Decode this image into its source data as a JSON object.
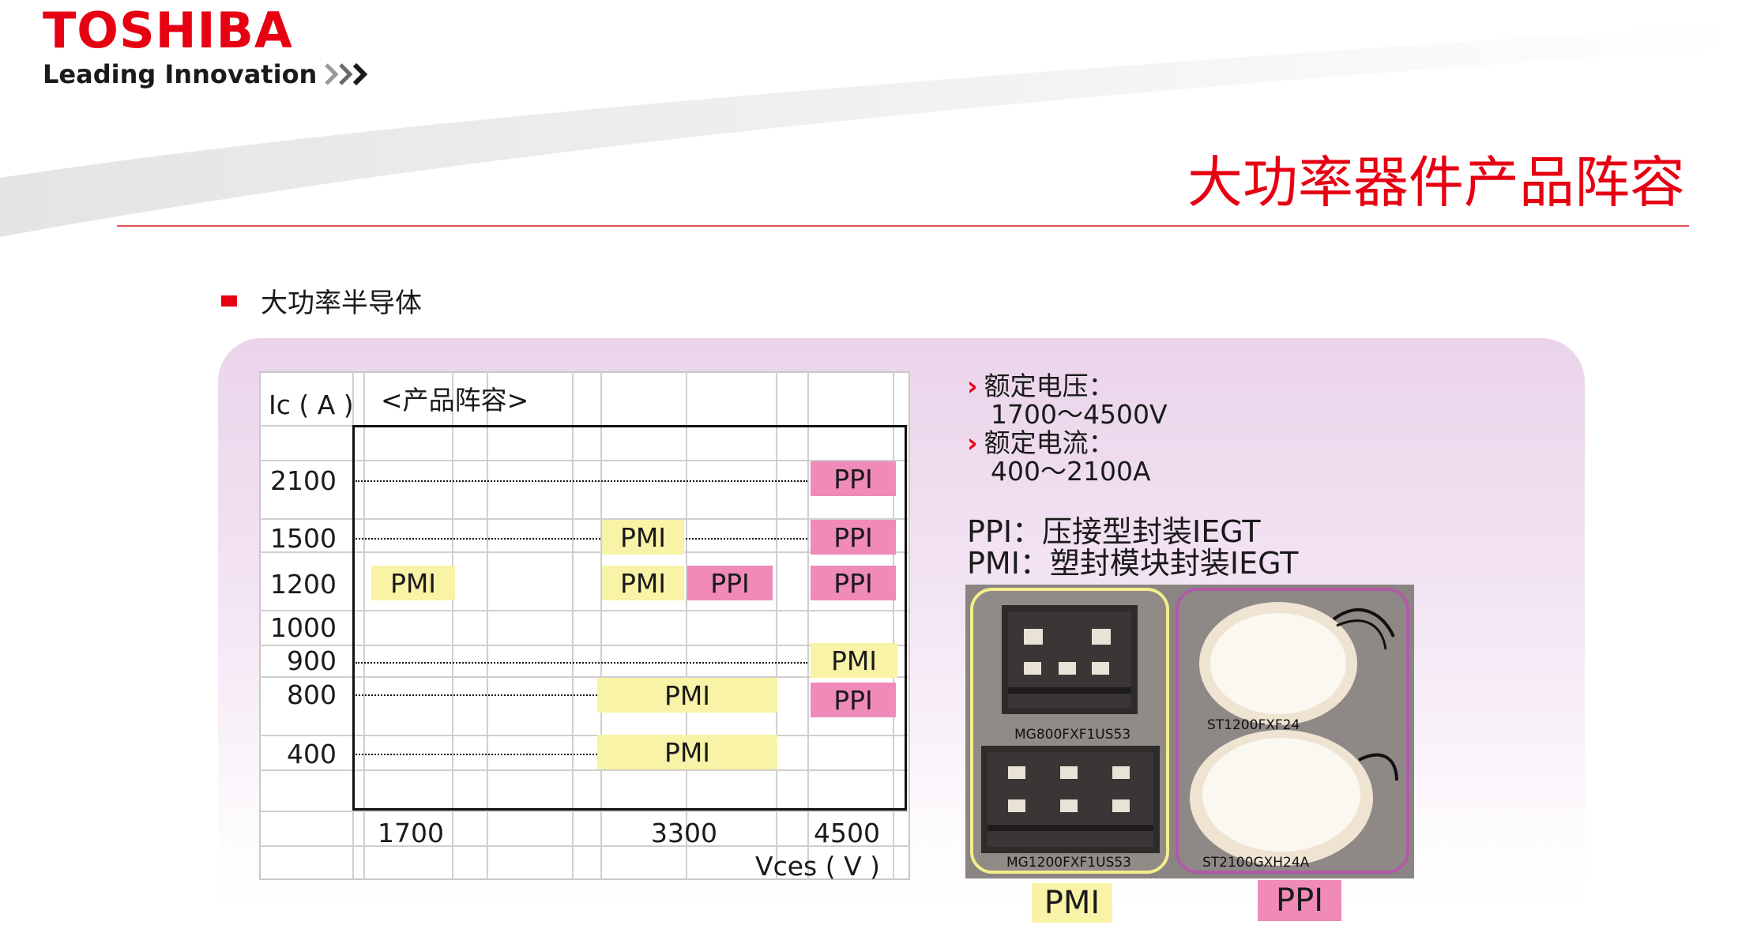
{
  "brand": {
    "name": "TOSHIBA",
    "tagline": "Leading Innovation",
    "color": "#e60012"
  },
  "page": {
    "title": "大功率器件产品阵容",
    "section_title": "大功率半导体"
  },
  "chart_data": {
    "type": "table",
    "ylabel": "Ic ( A )",
    "xlabel": "Vces ( V )",
    "caption": "<产品阵容>",
    "y_ticks": [
      "2100",
      "1500",
      "1200",
      "1000",
      "900",
      "800",
      "400"
    ],
    "x_ticks": [
      "1700",
      "3300",
      "4500"
    ],
    "cells": [
      {
        "current": "2100",
        "voltage": "4500",
        "type": "PPI"
      },
      {
        "current": "1500",
        "voltage": "3300",
        "type": "PMI"
      },
      {
        "current": "1500",
        "voltage": "4500",
        "type": "PPI"
      },
      {
        "current": "1200",
        "voltage": "1700",
        "type": "PMI"
      },
      {
        "current": "1200",
        "voltage": "3300",
        "type": "PMI"
      },
      {
        "current": "1200",
        "voltage": "3300",
        "type": "PPI"
      },
      {
        "current": "1200",
        "voltage": "4500",
        "type": "PPI"
      },
      {
        "current": "900",
        "voltage": "4500",
        "type": "PMI"
      },
      {
        "current": "800",
        "voltage": "3300",
        "type": "PMI"
      },
      {
        "current": "800",
        "voltage": "4500",
        "type": "PPI"
      },
      {
        "current": "400",
        "voltage": "3300",
        "type": "PMI"
      }
    ],
    "colors": {
      "PMI": "#f8f3a6",
      "PPI": "#ef8ab9"
    }
  },
  "specs": {
    "voltage_label": "额定电压：",
    "voltage_value": "1700～4500V",
    "current_label": "额定电流：",
    "current_value": "400～2100A"
  },
  "legend": {
    "ppi": "PPI：压接型封装IEGT",
    "pmi": "PMI：塑封模块封装IEGT"
  },
  "photo": {
    "parts": [
      "MG800FXF1US53",
      "MG1200FXF1US53",
      "ST1200FXF24",
      "ST2100GXH24A"
    ],
    "pmi_label": "PMI",
    "ppi_label": "PPI"
  }
}
